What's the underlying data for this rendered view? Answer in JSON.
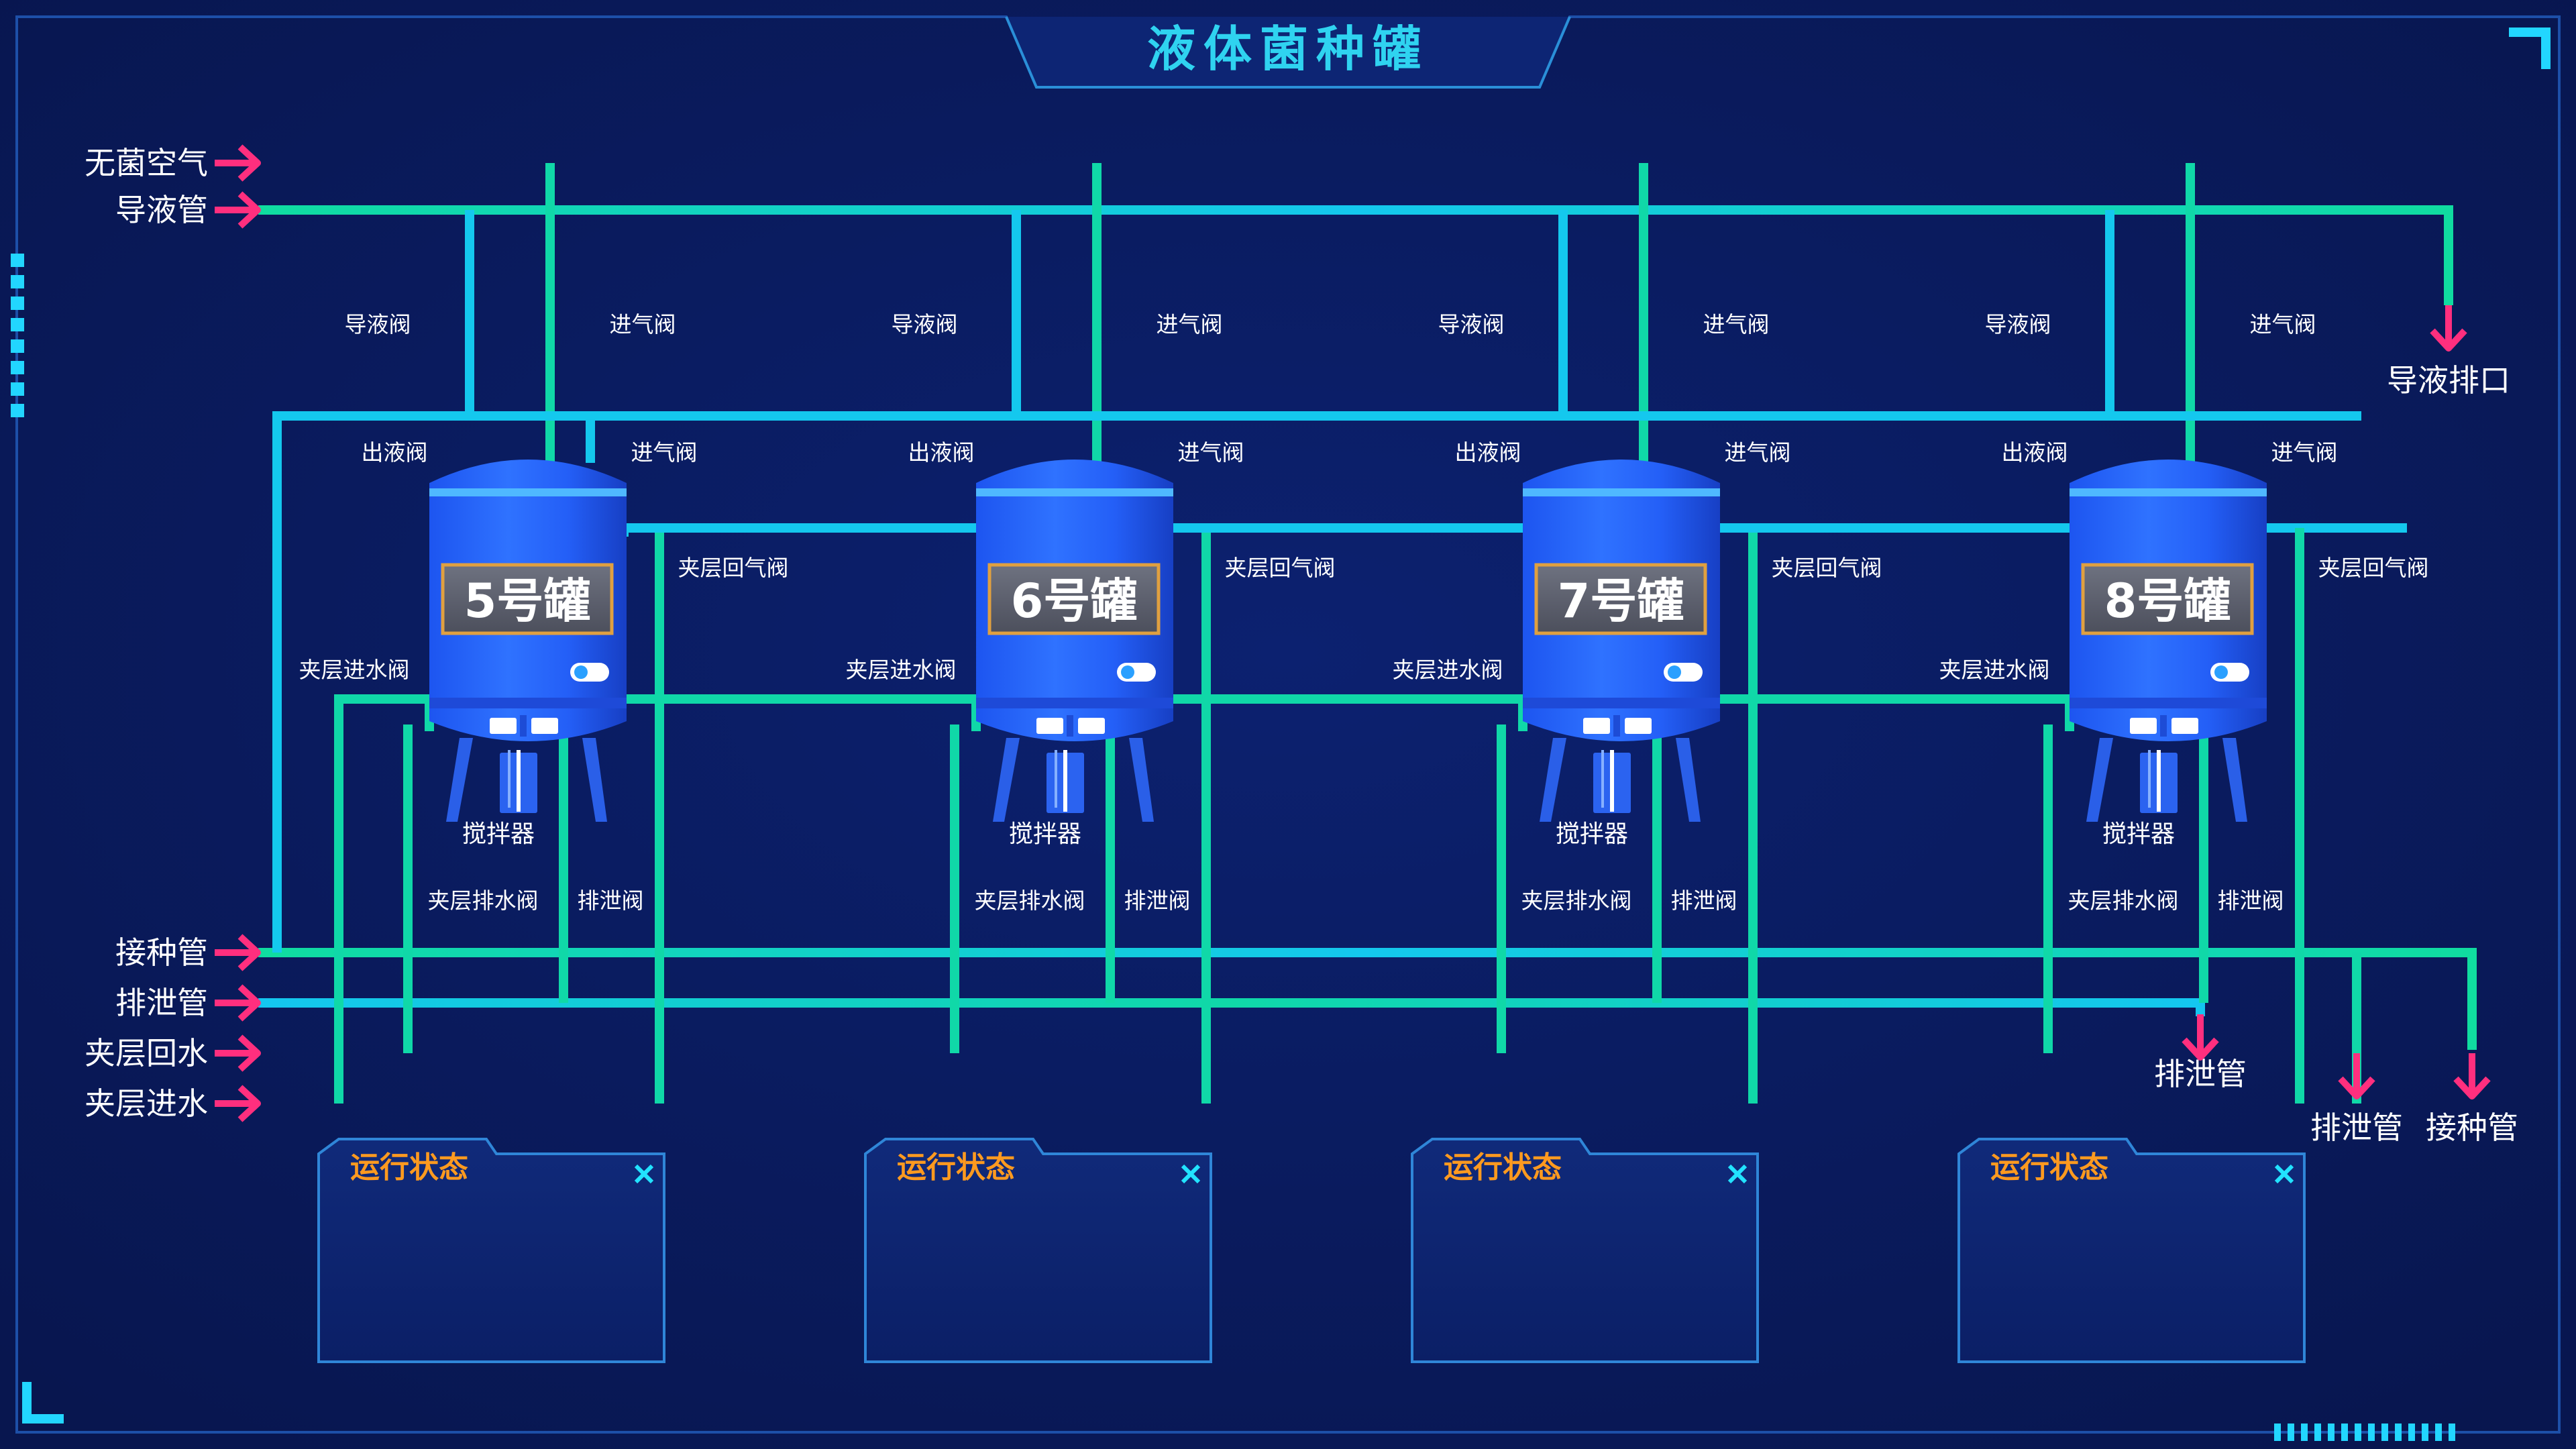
{
  "title": "液体菌种罐",
  "inlets": {
    "sterile_air": "无菌空气",
    "feed_pipe": "导液管",
    "inoculation_pipe": "接种管",
    "drain_pipe": "排泄管",
    "jacket_return": "夹层回水",
    "jacket_inlet": "夹层进水"
  },
  "outlets": {
    "feed_outlet": "导液排口",
    "drain_1": "排泄管",
    "drain_2": "排泄管",
    "inoculation": "接种管"
  },
  "valve_labels": {
    "feed_valve": "导液阀",
    "air_valve_top": "进气阀",
    "outlet_valve": "出液阀",
    "air_valve": "进气阀",
    "jacket_vent_valve": "夹层回气阀",
    "jacket_in_valve": "夹层进水阀",
    "agitator": "搅拌器",
    "jacket_drain_valve": "夹层排水阀",
    "drain_valve": "排泄阀"
  },
  "tanks": [
    {
      "name": "5号罐",
      "status_title": "运行状态"
    },
    {
      "name": "6号罐",
      "status_title": "运行状态"
    },
    {
      "name": "7号罐",
      "status_title": "运行状态"
    },
    {
      "name": "8号罐",
      "status_title": "运行状态"
    }
  ],
  "colors": {
    "background": "#0a1a5e",
    "pipe_cyan": "#14c8ee",
    "pipe_green": "#10d8a8",
    "arrow": "#ff2f7e",
    "tank_blue": "#2a66ff",
    "tank_label_text": "#ffffff",
    "status_title": "#ff9a1f",
    "close_icon": "#22e3ff"
  }
}
